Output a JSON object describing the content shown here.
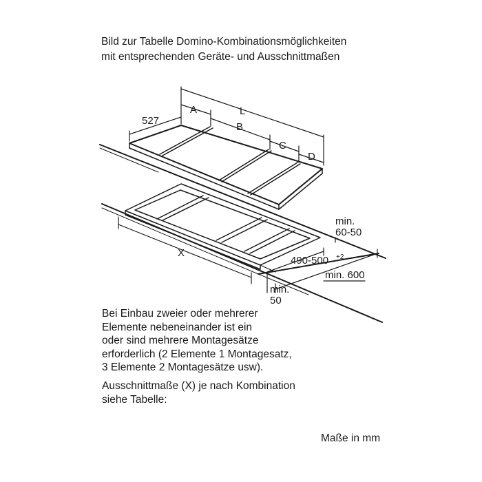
{
  "caption": {
    "line1": "Bild zur Tabelle Domino-Kombinationsmöglichkeiten",
    "line2": "mit entsprechenden Geräte- und Ausschnittmaßen"
  },
  "dimensions": {
    "depth": "527",
    "a": "A",
    "l": "L",
    "b": "B",
    "c": "C",
    "d": "D",
    "min_label": "min.",
    "min_60_50": "60-50",
    "cutout_x": "X",
    "cutout_depth": "490-500",
    "cutout_depth_sup": "+2",
    "min_600": "min. 600",
    "min_50": "50"
  },
  "notes": {
    "para1": [
      "Bei Einbau zweier oder mehrerer",
      "Elemente nebeneinander ist ein",
      "oder sind mehrere Montagesätze",
      "erforderlich (2 Elemente 1 Montagesatz,",
      "3 Elemente 2 Montagesätze usw)."
    ],
    "para2": [
      "Ausschnittmaße (X) je nach Kombination",
      "siehe Tabelle:"
    ]
  },
  "units": "Maße in mm"
}
